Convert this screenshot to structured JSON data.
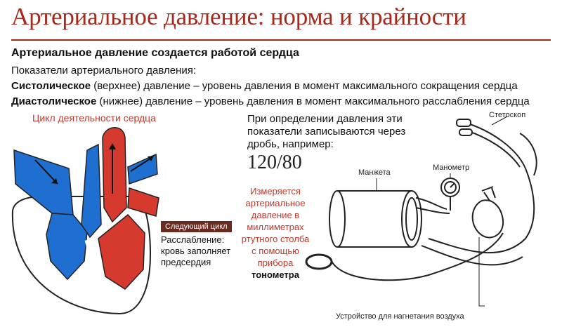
{
  "title": "Артериальное давление: норма и крайности",
  "heading": "Артериальное давление создается работой сердца",
  "intro": "Показатели артериального давления:",
  "systolic": {
    "term": "Систолическое",
    "rest": " (верхнее) давление – уровень давления в момент максимального сокращения сердца"
  },
  "diastolic": {
    "term": "Диастолическое",
    "rest": " (нижнее) давление – уровень давления в момент максимального расслабления сердца"
  },
  "cycle_label": "Цикл деятельности сердца",
  "recording": {
    "line1": "При определении давления эти",
    "line2": "показатели записываются через",
    "line3": "дробь, например:"
  },
  "example_value": "120/80",
  "measured": {
    "line1": "Измеряется",
    "line2": "артериальное",
    "line3": "давление в",
    "line4": "миллиметрах",
    "line5": "ртутного столба",
    "line6": "с помощью",
    "line7": "прибора",
    "device": "тонометра"
  },
  "next_cycle": "Следующий цикл",
  "relaxation": {
    "line1": "Расслабление:",
    "line2": "кровь заполняет",
    "line3": "предсердия"
  },
  "labels": {
    "cuff": "Манжета",
    "manometer": "Манометр",
    "stethoscope": "Стетоскоп",
    "pump": "Устройство для нагнетания воздуха"
  },
  "colors": {
    "title": "#a52a1c",
    "venous": "#1e6fd0",
    "arterial": "#d63a2f"
  }
}
